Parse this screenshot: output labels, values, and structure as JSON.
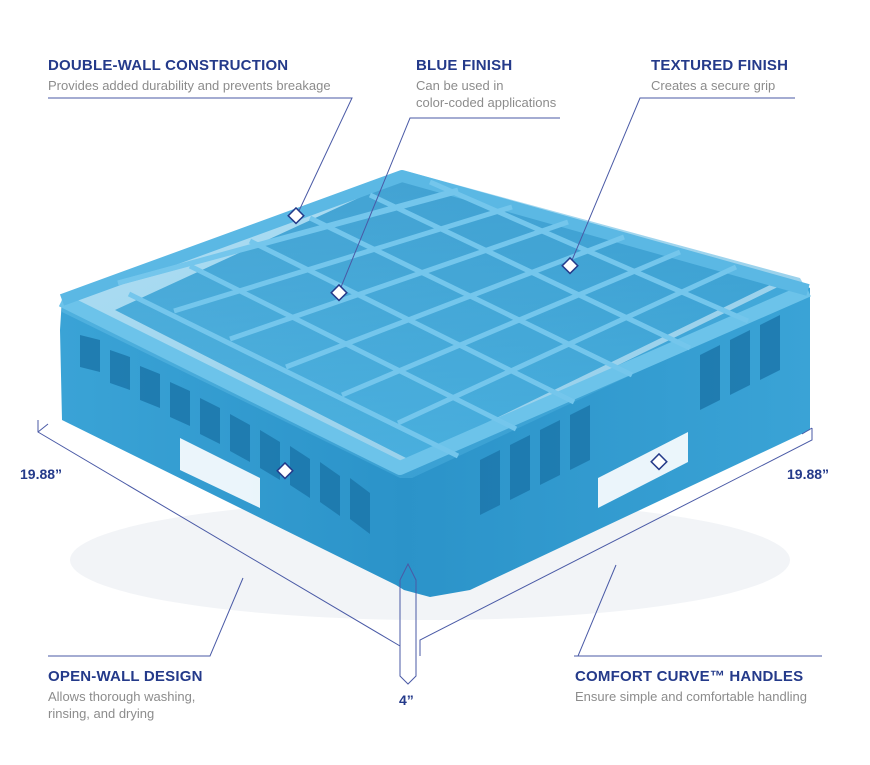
{
  "callouts": {
    "double_wall": {
      "title": "DOUBLE-WALL CONSTRUCTION",
      "desc": "Provides added durability and prevents breakage"
    },
    "blue_finish": {
      "title": "BLUE FINISH",
      "desc_line1": "Can be used in",
      "desc_line2": "color-coded applications"
    },
    "textured_finish": {
      "title": "TEXTURED FINISH",
      "desc": "Creates a secure grip"
    },
    "open_wall": {
      "title": "OPEN-WALL DESIGN",
      "desc_line1": "Allows thorough washing,",
      "desc_line2": "rinsing, and drying"
    },
    "comfort_curve": {
      "title": "COMFORT CURVE™ HANDLES",
      "desc": "Ensure simple and comfortable handling"
    }
  },
  "dimensions": {
    "left": "19.88”",
    "right": "19.88”",
    "height": "4”"
  },
  "colors": {
    "rack": "#3aa3d6",
    "rack_dark": "#1f84bc",
    "rack_light": "#6cc3ea",
    "accent": "#243a8a",
    "muted": "#8c8c8c"
  }
}
